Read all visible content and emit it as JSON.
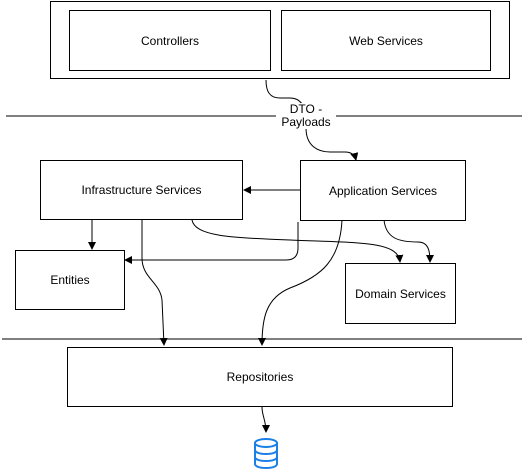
{
  "diagram": {
    "presentation_layer": {
      "controllers": "Controllers",
      "web_services": "Web Services"
    },
    "dto_label": "DTO -\nPayloads",
    "application_layer": {
      "infrastructure_services": "Infrastructure Services",
      "application_services": "Application Services",
      "entities": "Entities",
      "domain_services": "Domain Services"
    },
    "repositories": "Repositories",
    "database_icon": "database-icon",
    "colors": {
      "stroke": "#000000",
      "database": "#1a80e6"
    }
  }
}
